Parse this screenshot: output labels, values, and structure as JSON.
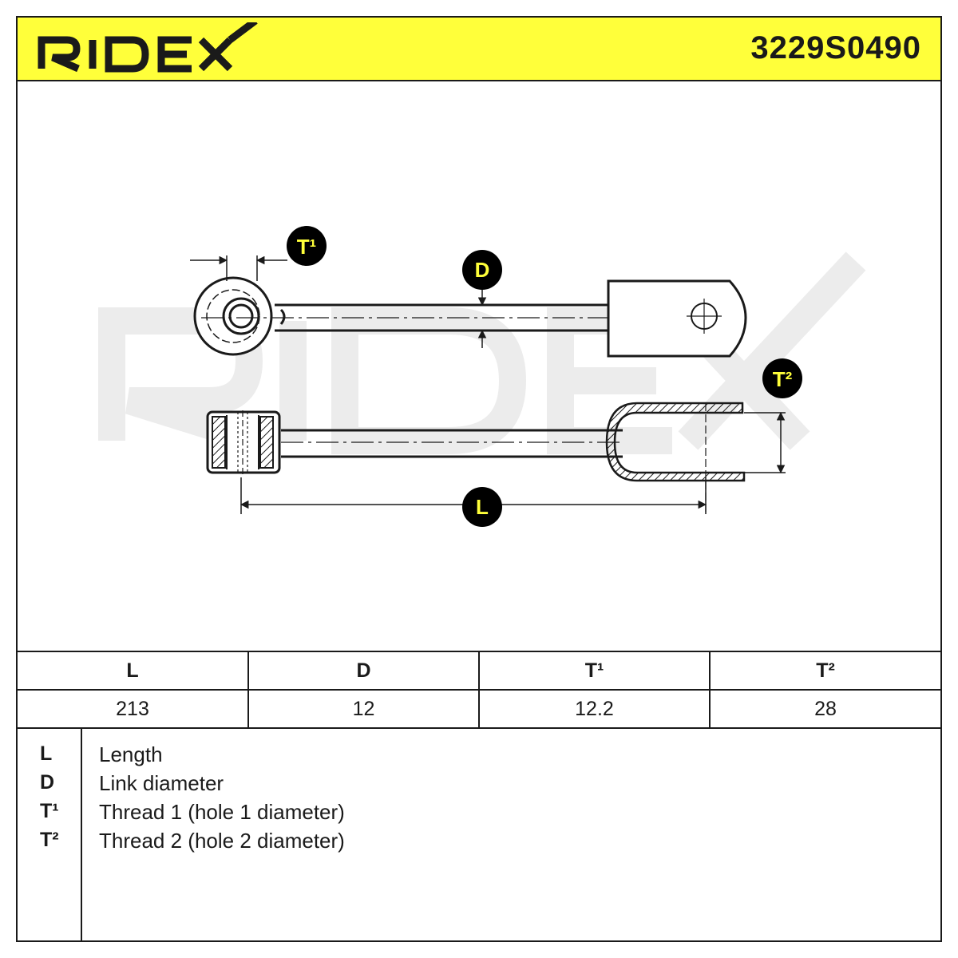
{
  "header": {
    "brand": "RIDEX",
    "part_number": "3229S0490"
  },
  "drawing": {
    "callouts": {
      "t1": "T¹",
      "d": "D",
      "t2": "T²",
      "l": "L"
    },
    "watermark": "RIDEX"
  },
  "specs": {
    "headers": [
      "L",
      "D",
      "T¹",
      "T²"
    ],
    "values": [
      "213",
      "12",
      "12.2",
      "28"
    ]
  },
  "legend": [
    {
      "key": "L",
      "desc": "Length"
    },
    {
      "key": "D",
      "desc": "Link diameter"
    },
    {
      "key": "T¹",
      "desc": "Thread 1 (hole 1 diameter)"
    },
    {
      "key": "T²",
      "desc": "Thread 2 (hole 2 diameter)"
    }
  ],
  "colors": {
    "header_bg": "#ffff3a",
    "line": "#1a1a1a",
    "callout_text": "#ffff3a",
    "watermark": "#ececec"
  }
}
